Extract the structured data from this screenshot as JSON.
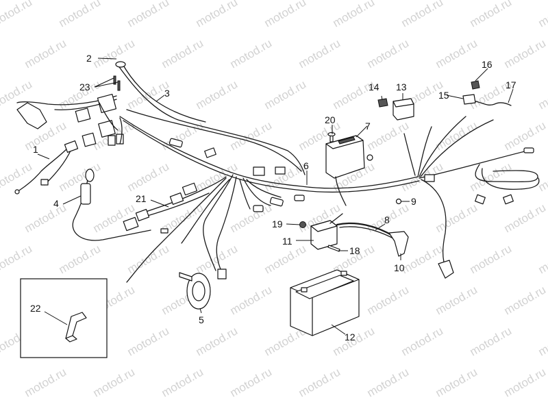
{
  "watermark": {
    "text": "motod.ru"
  },
  "callouts": {
    "c1": "1",
    "c2": "2",
    "c3": "3",
    "c4": "4",
    "c5": "5",
    "c6": "6",
    "c7": "7",
    "c8": "8",
    "c9": "9",
    "c10": "10",
    "c11": "11",
    "c12": "12",
    "c13": "13",
    "c14": "14",
    "c15": "15",
    "c16": "16",
    "c17": "17",
    "c18": "18",
    "c19": "19",
    "c20": "20",
    "c21": "21",
    "c22": "22",
    "c23": "23"
  },
  "parts": [
    {
      "id": "1",
      "icon": "wiring-harness-icon"
    },
    {
      "id": "2",
      "icon": "rivet-icon"
    },
    {
      "id": "3",
      "icon": "main-harness-icon"
    },
    {
      "id": "4",
      "icon": "fuse-holder-icon"
    },
    {
      "id": "5",
      "icon": "horn-icon"
    },
    {
      "id": "6",
      "icon": "harness-cable-icon"
    },
    {
      "id": "7",
      "icon": "cdi-unit-icon"
    },
    {
      "id": "8",
      "icon": "hv-cable-icon"
    },
    {
      "id": "9",
      "icon": "washer-icon"
    },
    {
      "id": "10",
      "icon": "spark-plug-cap-icon"
    },
    {
      "id": "11",
      "icon": "voltage-regulator-icon"
    },
    {
      "id": "12",
      "icon": "battery-icon"
    },
    {
      "id": "13",
      "icon": "relay-icon"
    },
    {
      "id": "14",
      "icon": "rubber-mount-icon"
    },
    {
      "id": "15",
      "icon": "connector-icon"
    },
    {
      "id": "16",
      "icon": "rubber-mount-icon"
    },
    {
      "id": "17",
      "icon": "wire-lead-icon"
    },
    {
      "id": "18",
      "icon": "screw-icon"
    },
    {
      "id": "19",
      "icon": "nut-icon"
    },
    {
      "id": "20",
      "icon": "screw-icon"
    },
    {
      "id": "21",
      "icon": "sub-harness-icon"
    },
    {
      "id": "22",
      "icon": "clip-icon"
    },
    {
      "id": "23",
      "icon": "screw-icon"
    }
  ]
}
